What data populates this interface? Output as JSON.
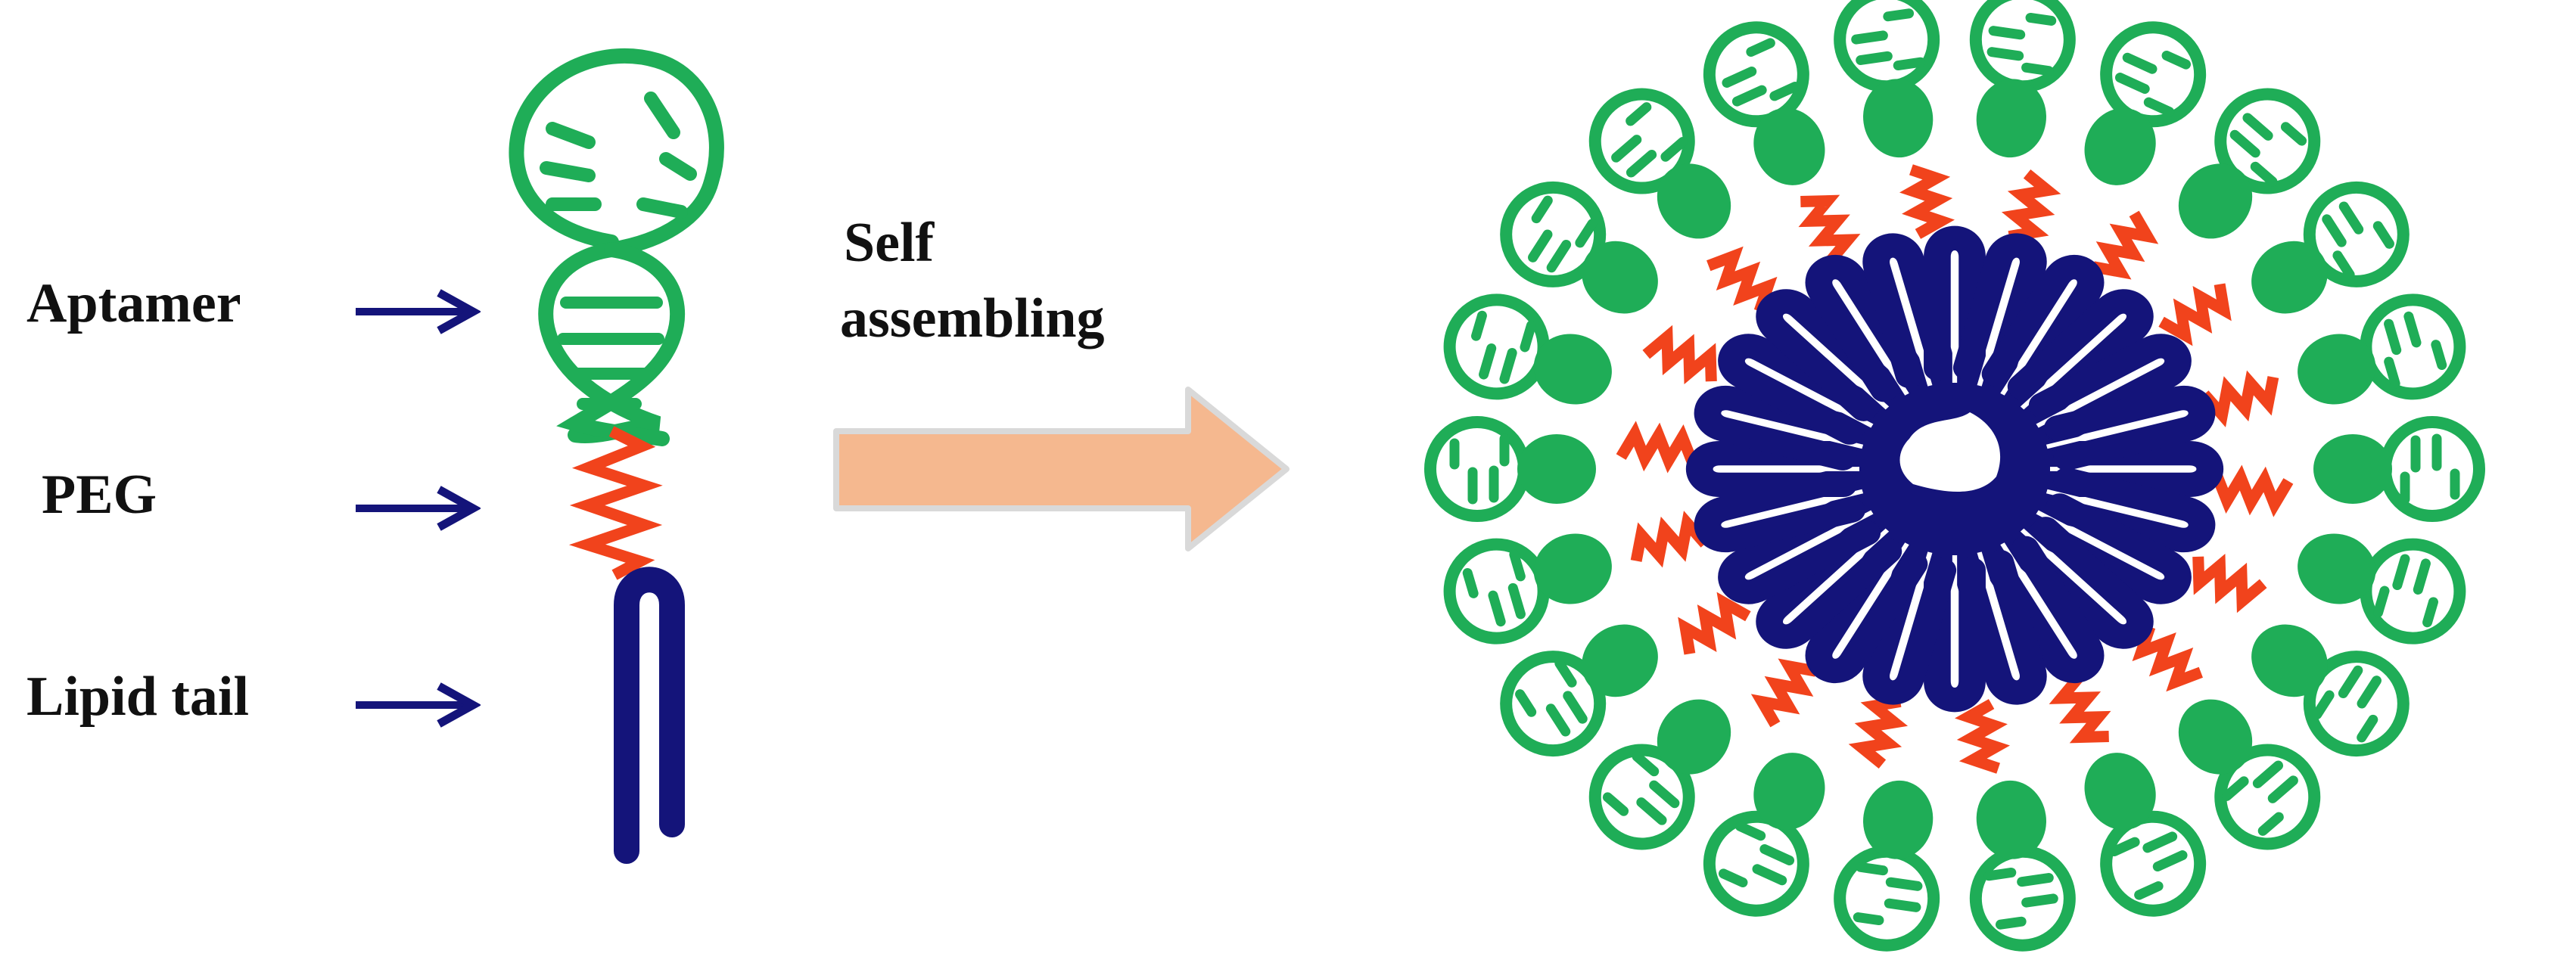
{
  "labels": {
    "aptamer": "Aptamer",
    "peg": "PEG",
    "lipid_tail": "Lipid tail",
    "process_line1": "Self",
    "process_line2": "assembling"
  },
  "colors": {
    "aptamer": "#1fad57",
    "peg": "#f1431c",
    "lipid": "#14147a",
    "arrow_fill": "#f5b88f",
    "arrow_stroke": "#d9d9d9",
    "label_arrow": "#14147a",
    "text": "#111111"
  },
  "micelle": {
    "lipid_tails": 24,
    "peg_linkers": 18,
    "aptamer_heads": 22
  }
}
